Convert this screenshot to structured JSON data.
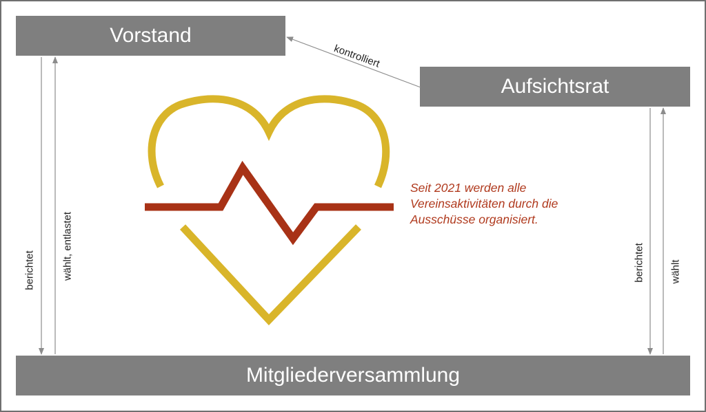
{
  "boxes": {
    "vorstand": "Vorstand",
    "aufsichtsrat": "Aufsichtsrat",
    "mitgliederversammlung": "Mitgliederversammlung"
  },
  "arrows": {
    "kontrolliert": "kontrolliert",
    "left_down": "berichtet",
    "left_up": "wählt, entlastet",
    "right_down": "berichtet",
    "right_up": "wählt"
  },
  "note": "Seit 2021 werden alle Vereinsaktivitäten durch die Ausschüsse organisiert.",
  "colors": {
    "box": "#7f7f7f",
    "heart": "#d9b52a",
    "pulse": "#a83216",
    "note_text": "#b03a1e",
    "arrow": "#8c8c8c"
  },
  "icons": {
    "heart": "heart-pulse-icon"
  }
}
